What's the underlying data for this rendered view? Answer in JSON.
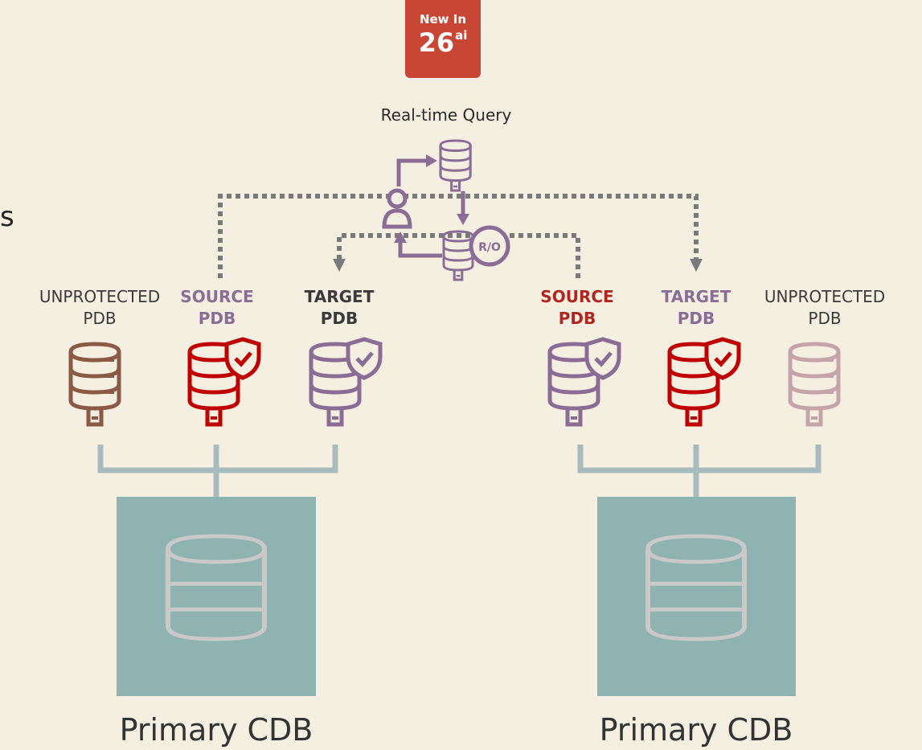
{
  "badge": {
    "line1": "New In",
    "version": "26",
    "suffix": "ai"
  },
  "realtime_query_label": "Real-time Query",
  "ro_tag": "R/O",
  "cut_off_text": "s",
  "left_group": {
    "unprotected": {
      "line1": "UNPROTECTED",
      "line2": "PDB"
    },
    "source": {
      "line1": "SOURCE",
      "line2": "PDB"
    },
    "target": {
      "line1": "TARGET",
      "line2": "PDB"
    },
    "cdb_label": "Primary CDB"
  },
  "right_group": {
    "source": {
      "line1": "SOURCE",
      "line2": "PDB"
    },
    "target": {
      "line1": "TARGET",
      "line2": "PDB"
    },
    "unprotected": {
      "line1": "UNPROTECTED",
      "line2": "PDB"
    },
    "cdb_label": "Primary CDB"
  },
  "colors": {
    "background": "#f5efe2",
    "badge": "#c74634",
    "purple": "#8a6d94",
    "red": "#c00000",
    "brown": "#8a5a44",
    "rose": "#c4a4a8",
    "cdb_box": "#8fb3b1",
    "connector": "#a9bcbd",
    "dotted": "#7a7a7a"
  }
}
